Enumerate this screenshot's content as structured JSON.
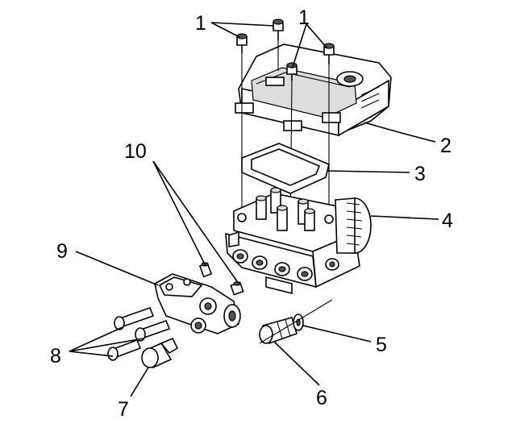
{
  "callouts": {
    "c1a": "1",
    "c1b": "1",
    "c2": "2",
    "c3": "3",
    "c4": "4",
    "c5": "5",
    "c6": "6",
    "c7": "7",
    "c8": "8",
    "c9": "9",
    "c10": "10"
  }
}
